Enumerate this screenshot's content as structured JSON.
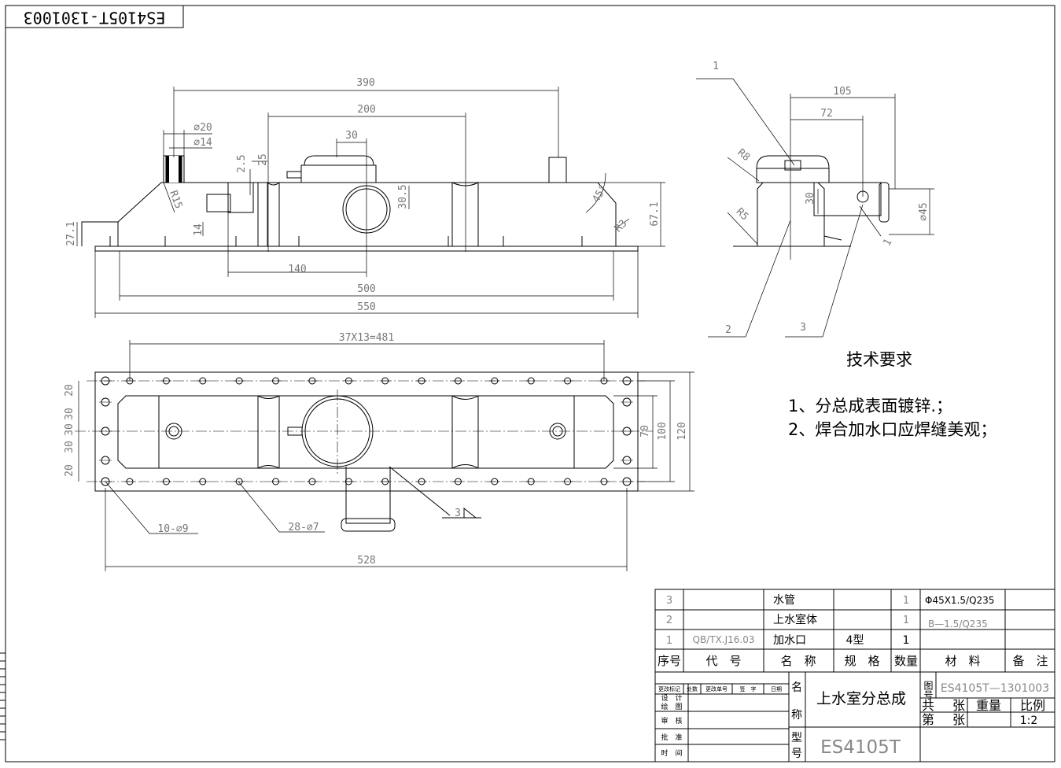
{
  "drawing_code_rotated": "ES4105T-1301003",
  "front_view": {
    "dims": {
      "d390": "390",
      "d200": "200",
      "d30": "30",
      "d20": "⌀20",
      "d14": "⌀14",
      "d25a": "2.5",
      "d25b": "25",
      "r15": "R15",
      "d305": "30.5",
      "d45deg": "45°",
      "d671": "67.1",
      "r3": "R3",
      "d271": "27.1",
      "d14v": "14",
      "d140": "140",
      "d500": "500",
      "d550": "550"
    }
  },
  "side_view": {
    "dims": {
      "d105": "105",
      "d72": "72",
      "r8": "R8",
      "r5": "R5",
      "d30v": "30",
      "d45": "⌀45",
      "d1": "1"
    },
    "callouts": [
      "1",
      "2",
      "3"
    ]
  },
  "top_view": {
    "dims": {
      "pitch": "37X13=481",
      "h20a": "20",
      "h30a": "30",
      "h30b": "30",
      "h30c": "30",
      "h20b": "20",
      "w70": "70",
      "w100": "100",
      "w120": "120",
      "holes10": "10-⌀9",
      "holes28": "28-⌀7",
      "weld": "3",
      "d528": "528"
    }
  },
  "tech_requirements": {
    "title": "技术要求",
    "items": [
      "1、分总成表面镀锌.；",
      "2、焊合加水口应焊缝美观；"
    ]
  },
  "title_block": {
    "parts": [
      {
        "no": "3",
        "code": "",
        "name": "水管",
        "spec": "",
        "qty": "1",
        "material": "Φ45X1.5/Q235",
        "note": ""
      },
      {
        "no": "2",
        "code": "",
        "name": "上水室体",
        "spec": "",
        "qty": "1",
        "material": "B—1.5/Q235",
        "note": ""
      },
      {
        "no": "1",
        "code": "QB/TX.J16.03",
        "name": "加水口",
        "spec": "4型",
        "qty": "1",
        "material": "",
        "note": ""
      }
    ],
    "headers": {
      "no": "序号",
      "code": "代　号",
      "name": "名　称",
      "spec": "规　格",
      "qty": "数量",
      "material": "材　料",
      "note": "备　注"
    },
    "revision_headers": [
      "更改标记",
      "处数",
      "更改单号",
      "签　字",
      "日期"
    ],
    "roles": [
      "设　计",
      "绘　图",
      "审　核",
      "批　准",
      "时　间"
    ],
    "name_label_1": "名",
    "name_label_2": "称",
    "assembly_name": "上水室分总成",
    "drawing_no_label": "图号",
    "drawing_no": "ES4105T—1301003",
    "sheets_total": "共",
    "sheet_label_zhang1": "张",
    "weight_label": "重量",
    "scale_label": "比例",
    "sheet_no": "第",
    "sheet_label_zhang2": "张",
    "scale": "1:2",
    "model_label_1": "型",
    "model_label_2": "号",
    "model": "ES4105T"
  }
}
